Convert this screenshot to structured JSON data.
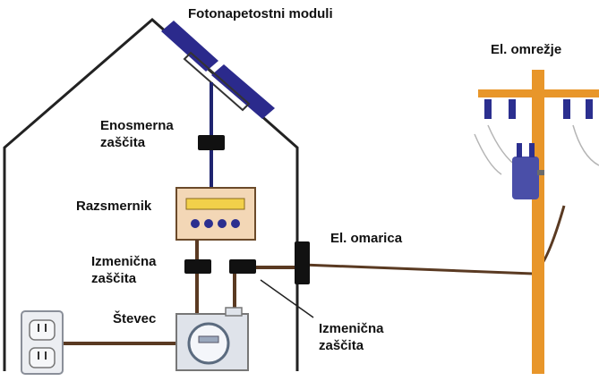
{
  "labels": {
    "solar_modules": "Fotonapetostni moduli",
    "grid": "El. omrežje",
    "dc_protection": [
      "Enosmerna",
      "zaščita"
    ],
    "inverter": "Razsmernik",
    "ac_protection_left": [
      "Izmenična",
      "zaščita"
    ],
    "junction_box": "El. omarica",
    "meter": "Števec",
    "ac_protection_right": [
      "Izmenična",
      "zaščita"
    ]
  },
  "colors": {
    "house_outline": "#222222",
    "solar_panel": "#2b2a8c",
    "dc_cable": "#1f2470",
    "ac_cable": "#5a3a22",
    "inverter_box": "#f3d7b6",
    "inverter_display": "#f2d04a",
    "meter_box": "#dfe3ea",
    "utility_pole": "#e8962a",
    "transformer": "#4a4fa8",
    "breaker": "#111111"
  }
}
